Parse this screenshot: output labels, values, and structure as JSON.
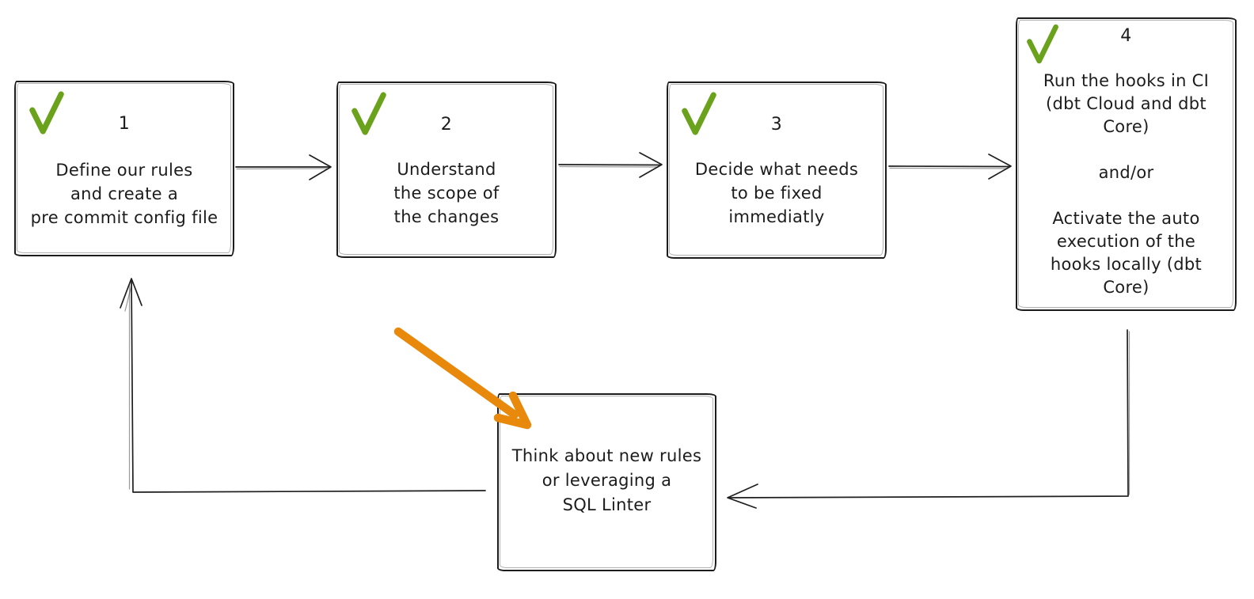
{
  "colors": {
    "ink": "#1f1f1f",
    "check_green": "#6aa21c",
    "annotation_orange": "#e8890c",
    "background": "#ffffff"
  },
  "diagram": {
    "type": "flowchart",
    "nodes": [
      {
        "id": "step-1",
        "number": "1",
        "checked": true,
        "text": "Define our rules\nand create a\npre commit config file"
      },
      {
        "id": "step-2",
        "number": "2",
        "checked": true,
        "text": "Understand\nthe scope of\nthe changes"
      },
      {
        "id": "step-3",
        "number": "3",
        "checked": true,
        "text": "Decide what needs\nto be fixed\nimmediatly"
      },
      {
        "id": "step-4",
        "number": "4",
        "checked": true,
        "text": "Run the hooks in CI\n(dbt Cloud and dbt\nCore)\n\nand/or\n\nActivate the auto\nexecution of the\nhooks locally (dbt\nCore)"
      },
      {
        "id": "review",
        "number": "",
        "checked": false,
        "text": "Think about new rules\nor leveraging a\nSQL Linter"
      }
    ],
    "edges": [
      {
        "from": "step-1",
        "to": "step-2",
        "style": "thin-open-arrow"
      },
      {
        "from": "step-2",
        "to": "step-3",
        "style": "thin-open-arrow"
      },
      {
        "from": "step-3",
        "to": "step-4",
        "style": "thin-open-arrow"
      },
      {
        "from": "step-4",
        "to": "review",
        "style": "thin-open-arrow, down then left"
      },
      {
        "from": "review",
        "to": "step-1",
        "style": "thin-open-arrow, left then up"
      },
      {
        "from": "annotation",
        "to": "review",
        "style": "thick orange diagonal pointer"
      }
    ]
  }
}
